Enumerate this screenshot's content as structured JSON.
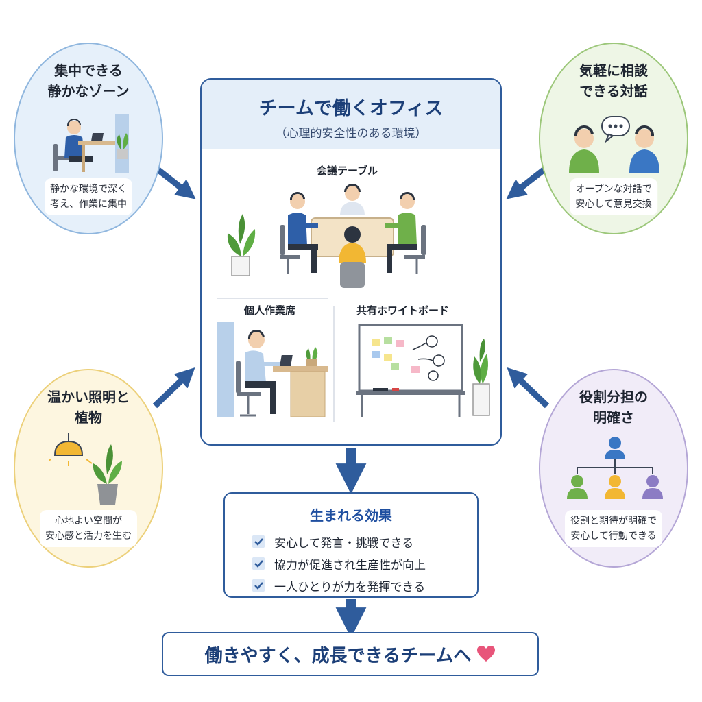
{
  "colors": {
    "navy": "#1c3f78",
    "arrow": "#2f5c9c",
    "zone_focus": "#e6f0fa",
    "zone_dialogue": "#eef6e6",
    "zone_light": "#fdf6e0",
    "zone_roles": "#f1ecf8",
    "heart": "#e8557a"
  },
  "office": {
    "title": "チームで働くオフィス",
    "subtitle": "（心理的安全性のある環境）",
    "zones": {
      "meeting": "会議テーブル",
      "desk": "個人作業席",
      "whiteboard": "共有ホワイトボード"
    }
  },
  "side": {
    "focus": {
      "title": [
        "集中できる",
        "静かなゾーン"
      ],
      "caption": [
        "静かな環境で深く",
        "考え、作業に集中"
      ],
      "icon": "person-at-laptop-icon"
    },
    "dialogue": {
      "title": [
        "気軽に相談",
        "できる対話"
      ],
      "caption": [
        "オープンな対話で",
        "安心して意見交換"
      ],
      "icon": "conversation-icon"
    },
    "light": {
      "title": [
        "温かい照明と",
        "植物"
      ],
      "caption": [
        "心地よい空間が",
        "安心感と活力を生む"
      ],
      "icon": "lamp-and-plant-icon"
    },
    "roles": {
      "title": [
        "役割分担の",
        "明確さ"
      ],
      "caption": [
        "役割と期待が明確で",
        "安心して行動できる"
      ],
      "icon": "org-chart-icon"
    }
  },
  "effects": {
    "title": "生まれる効果",
    "items": [
      "安心して発言・挑戦できる",
      "協力が促進され生産性が向上",
      "一人ひとりが力を発揮できる"
    ]
  },
  "final": {
    "text": "働きやすく、成長できるチームへ",
    "icon": "heart-icon"
  }
}
